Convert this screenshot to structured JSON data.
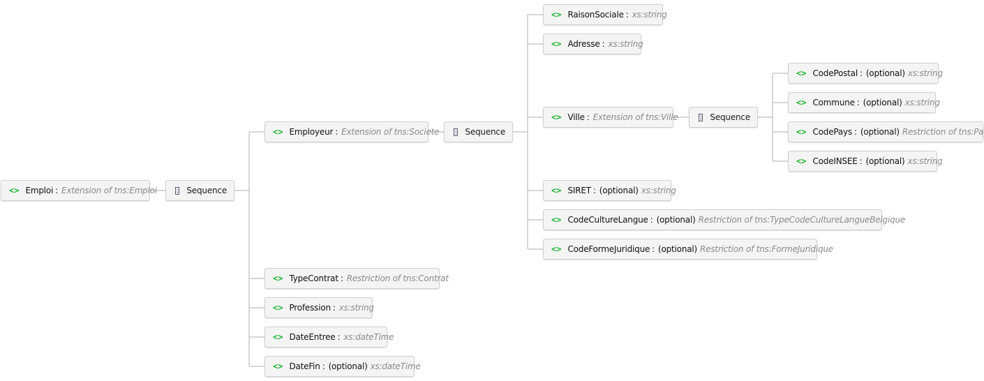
{
  "sequence_label": "Sequence",
  "icon_names": {
    "element": "element-icon",
    "sequence": "sequence-icon"
  },
  "element_glyph": "<>",
  "separator": ":",
  "colors": {
    "element_icon": "#19b32f",
    "type_text": "#8a8a8a",
    "connector": "#c8c8c8",
    "node_bg": "#f4f4f4"
  },
  "root": {
    "name": "Emploi",
    "type": "Extension of tns:Emploi"
  },
  "emploi_children": {
    "employeur": {
      "name": "Employeur",
      "type": "Extension of tns:Societe"
    },
    "type_contrat": {
      "name": "TypeContrat",
      "type": "Restriction of tns:Contrat"
    },
    "profession": {
      "name": "Profession",
      "type": "xs:string"
    },
    "date_entree": {
      "name": "DateEntree",
      "type": "xs:dateTime"
    },
    "date_fin": {
      "name": "DateFin",
      "optional": "(optional)",
      "type": "xs:dateTime"
    }
  },
  "employeur_children": {
    "raison_sociale": {
      "name": "RaisonSociale",
      "type": "xs:string"
    },
    "adresse": {
      "name": "Adresse",
      "type": "xs:string"
    },
    "ville": {
      "name": "Ville",
      "type": "Extension of tns:Ville"
    },
    "siret": {
      "name": "SIRET",
      "optional": "(optional)",
      "type": "xs:string"
    },
    "code_culture_langue": {
      "name": "CodeCultureLangue",
      "optional": "(optional)",
      "type": "Restriction of tns:TypeCodeCultureLangueBelgique"
    },
    "code_forme_juridique": {
      "name": "CodeFormeJuridique",
      "optional": "(optional)",
      "type": "Restriction of tns:FormeJuridique"
    }
  },
  "ville_children": {
    "code_postal": {
      "name": "CodePostal",
      "optional": "(optional)",
      "type": "xs:string"
    },
    "commune": {
      "name": "Commune",
      "optional": "(optional)",
      "type": "xs:string"
    },
    "code_pays": {
      "name": "CodePays",
      "optional": "(optional)",
      "type": "Restriction of tns:Pays"
    },
    "code_insee": {
      "name": "CodeINSEE",
      "optional": "(optional)",
      "type": "xs:string"
    }
  }
}
